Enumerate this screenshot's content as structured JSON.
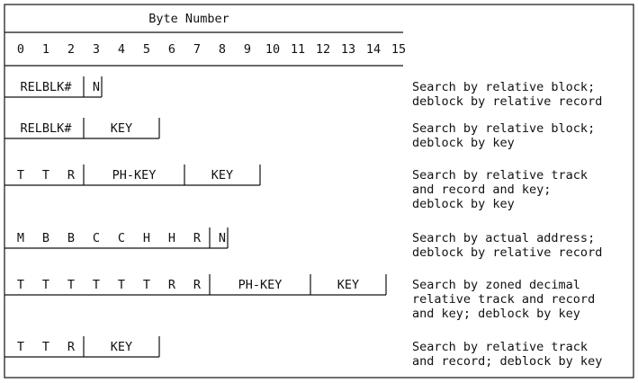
{
  "header": {
    "title": "Byte Number",
    "byte_numbers": [
      "0",
      "1",
      "2",
      "3",
      "4",
      "5",
      "6",
      "7",
      "8",
      "9",
      "10",
      "11",
      "12",
      "13",
      "14",
      "15"
    ]
  },
  "formats": [
    {
      "fields": [
        {
          "label": "RELBLK#",
          "start": 0,
          "end": 3
        },
        {
          "label": "N",
          "start": 3,
          "end": 4
        }
      ],
      "description": [
        "Search by relative block;",
        "deblock by relative record"
      ]
    },
    {
      "fields": [
        {
          "label": "RELBLK#",
          "start": 0,
          "end": 3
        },
        {
          "label": "KEY",
          "start": 3,
          "end": 6
        }
      ],
      "description": [
        "Search by relative block;",
        "deblock by key"
      ]
    },
    {
      "fields": [
        {
          "label": "T",
          "start": 0,
          "end": 1
        },
        {
          "label": "T",
          "start": 1,
          "end": 2
        },
        {
          "label": "R",
          "start": 2,
          "end": 3
        },
        {
          "label": "PH-KEY",
          "start": 3,
          "end": 7
        },
        {
          "label": "KEY",
          "start": 7,
          "end": 10
        }
      ],
      "description": [
        "Search by relative track",
        "and record and key;",
        "deblock by key"
      ]
    },
    {
      "fields": [
        {
          "label": "M",
          "start": 0,
          "end": 1
        },
        {
          "label": "B",
          "start": 1,
          "end": 2
        },
        {
          "label": "B",
          "start": 2,
          "end": 3
        },
        {
          "label": "C",
          "start": 3,
          "end": 4
        },
        {
          "label": "C",
          "start": 4,
          "end": 5
        },
        {
          "label": "H",
          "start": 5,
          "end": 6
        },
        {
          "label": "H",
          "start": 6,
          "end": 7
        },
        {
          "label": "R",
          "start": 7,
          "end": 8
        },
        {
          "label": "N",
          "start": 8,
          "end": 9
        }
      ],
      "description": [
        "Search by actual address;",
        "deblock by relative record"
      ]
    },
    {
      "fields": [
        {
          "label": "T",
          "start": 0,
          "end": 1
        },
        {
          "label": "T",
          "start": 1,
          "end": 2
        },
        {
          "label": "T",
          "start": 2,
          "end": 3
        },
        {
          "label": "T",
          "start": 3,
          "end": 4
        },
        {
          "label": "T",
          "start": 4,
          "end": 5
        },
        {
          "label": "T",
          "start": 5,
          "end": 6
        },
        {
          "label": "R",
          "start": 6,
          "end": 7
        },
        {
          "label": "R",
          "start": 7,
          "end": 8
        },
        {
          "label": "PH-KEY",
          "start": 8,
          "end": 12
        },
        {
          "label": "KEY",
          "start": 12,
          "end": 15
        }
      ],
      "description": [
        "Search by zoned decimal",
        "relative track and record",
        "and key; deblock by key"
      ]
    },
    {
      "fields": [
        {
          "label": "T",
          "start": 0,
          "end": 1
        },
        {
          "label": "T",
          "start": 1,
          "end": 2
        },
        {
          "label": "R",
          "start": 2,
          "end": 3
        },
        {
          "label": "KEY",
          "start": 3,
          "end": 6
        }
      ],
      "description": [
        "Search by relative track",
        "and record; deblock by key"
      ]
    }
  ]
}
